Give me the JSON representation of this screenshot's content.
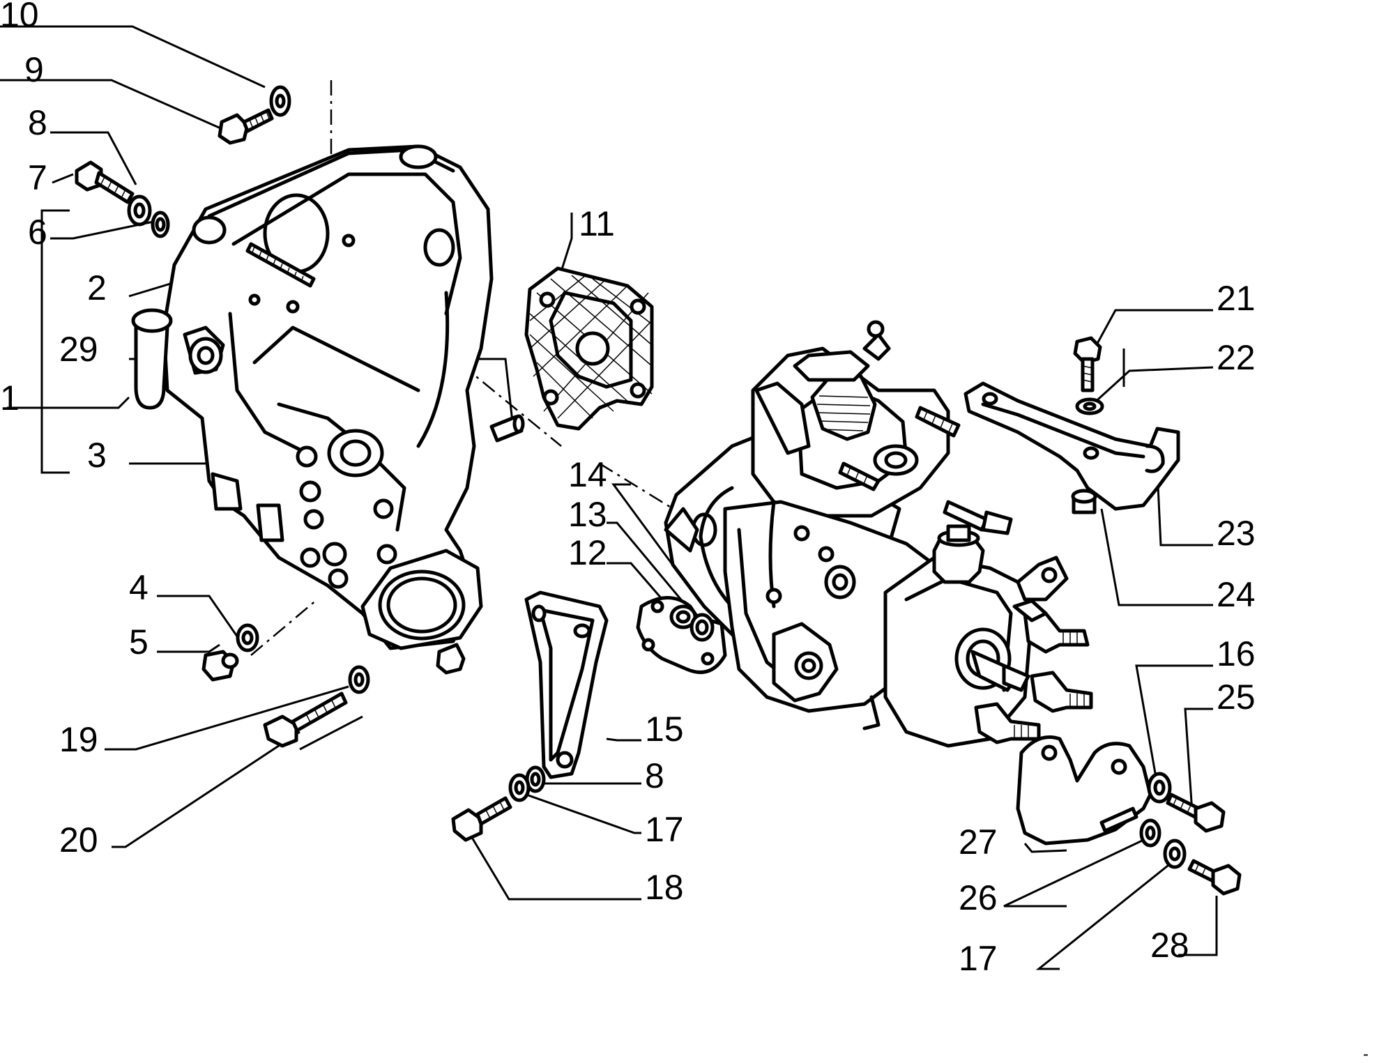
{
  "diagram": {
    "callouts": [
      {
        "id": "c10",
        "text": "10"
      },
      {
        "id": "c9",
        "text": "9"
      },
      {
        "id": "c8a",
        "text": "8"
      },
      {
        "id": "c7",
        "text": "7"
      },
      {
        "id": "c6",
        "text": "6"
      },
      {
        "id": "c2",
        "text": "2"
      },
      {
        "id": "c29",
        "text": "29"
      },
      {
        "id": "c1",
        "text": "1"
      },
      {
        "id": "c3",
        "text": "3"
      },
      {
        "id": "c4",
        "text": "4"
      },
      {
        "id": "c5",
        "text": "5"
      },
      {
        "id": "c19",
        "text": "19"
      },
      {
        "id": "c20",
        "text": "20"
      },
      {
        "id": "c11",
        "text": "11"
      },
      {
        "id": "c14",
        "text": "14"
      },
      {
        "id": "c13",
        "text": "13"
      },
      {
        "id": "c12",
        "text": "12"
      },
      {
        "id": "c15",
        "text": "15"
      },
      {
        "id": "c8b",
        "text": "8"
      },
      {
        "id": "c17a",
        "text": "17"
      },
      {
        "id": "c18",
        "text": "18"
      },
      {
        "id": "c21",
        "text": "21"
      },
      {
        "id": "c22",
        "text": "22"
      },
      {
        "id": "c23",
        "text": "23"
      },
      {
        "id": "c24",
        "text": "24"
      },
      {
        "id": "c16",
        "text": "16"
      },
      {
        "id": "c25",
        "text": "25"
      },
      {
        "id": "c27",
        "text": "27"
      },
      {
        "id": "c26",
        "text": "26"
      },
      {
        "id": "c17b",
        "text": "17"
      },
      {
        "id": "c28",
        "text": "28"
      }
    ],
    "corner_mark": "-"
  }
}
